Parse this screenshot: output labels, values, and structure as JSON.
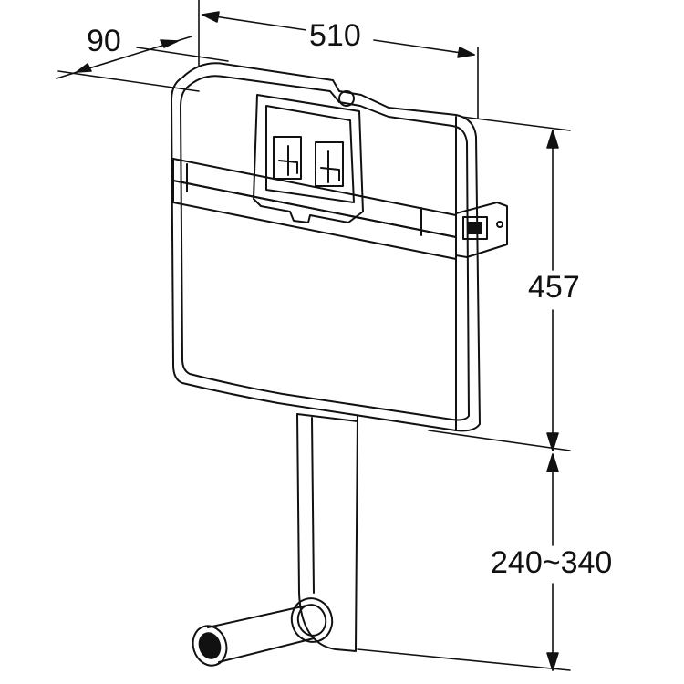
{
  "diagram": {
    "dimensions": {
      "depth": "90",
      "width": "510",
      "height": "457",
      "pipe_range": "240~340"
    },
    "colors": {
      "line": "#111111",
      "background": "#ffffff"
    }
  }
}
